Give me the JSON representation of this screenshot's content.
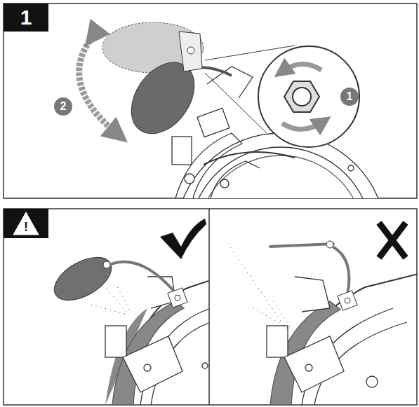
{
  "diagram": {
    "nodes": [
      {
        "text": [
          "1"
        ]
      },
      {
        "text": [
          "1"
        ]
      },
      {
        "text": [
          "2"
        ]
      },
      {
        "text": [
          "!"
        ]
      }
    ]
  }
}
